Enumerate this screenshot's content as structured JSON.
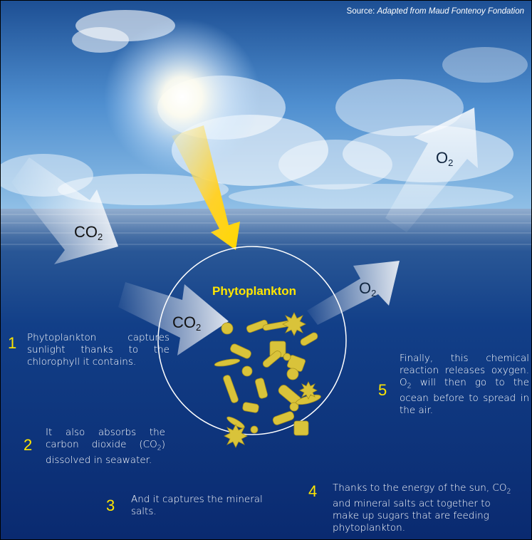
{
  "source": {
    "prefix": "Source: ",
    "text": "Adapted from Maud Fontenoy Fondation"
  },
  "circle_label": "Phytoplankton",
  "gases": {
    "co2_upper": "CO",
    "co2_lower": "CO",
    "o2_lower": "O",
    "o2_upper": "O",
    "subscript": "2"
  },
  "steps": [
    {
      "number": "1",
      "text": "Phytoplankton captures sunlight thanks to the chlorophyll it contains."
    },
    {
      "number": "2",
      "text_before": "It also absorbs the carbon dioxide (CO",
      "sub": "2",
      "text_after": ") dissolved in seawater."
    },
    {
      "number": "3",
      "text": "And it captures the mineral salts."
    },
    {
      "number": "4",
      "text_before": "Thanks to the energy of the sun, CO",
      "sub": "2",
      "text_after": " and mineral salts act together to make up sugars that are feeding phytoplankton."
    },
    {
      "number": "5",
      "text_before": "Finally, this chemical reaction releases oxygen. O",
      "sub": "2",
      "text_after": " will then go to the ocean before to spread in the air."
    }
  ],
  "colors": {
    "accent_yellow": "#ffe600",
    "sky_top": "#1c5fa8",
    "sea_deep": "#0a2a6e"
  }
}
